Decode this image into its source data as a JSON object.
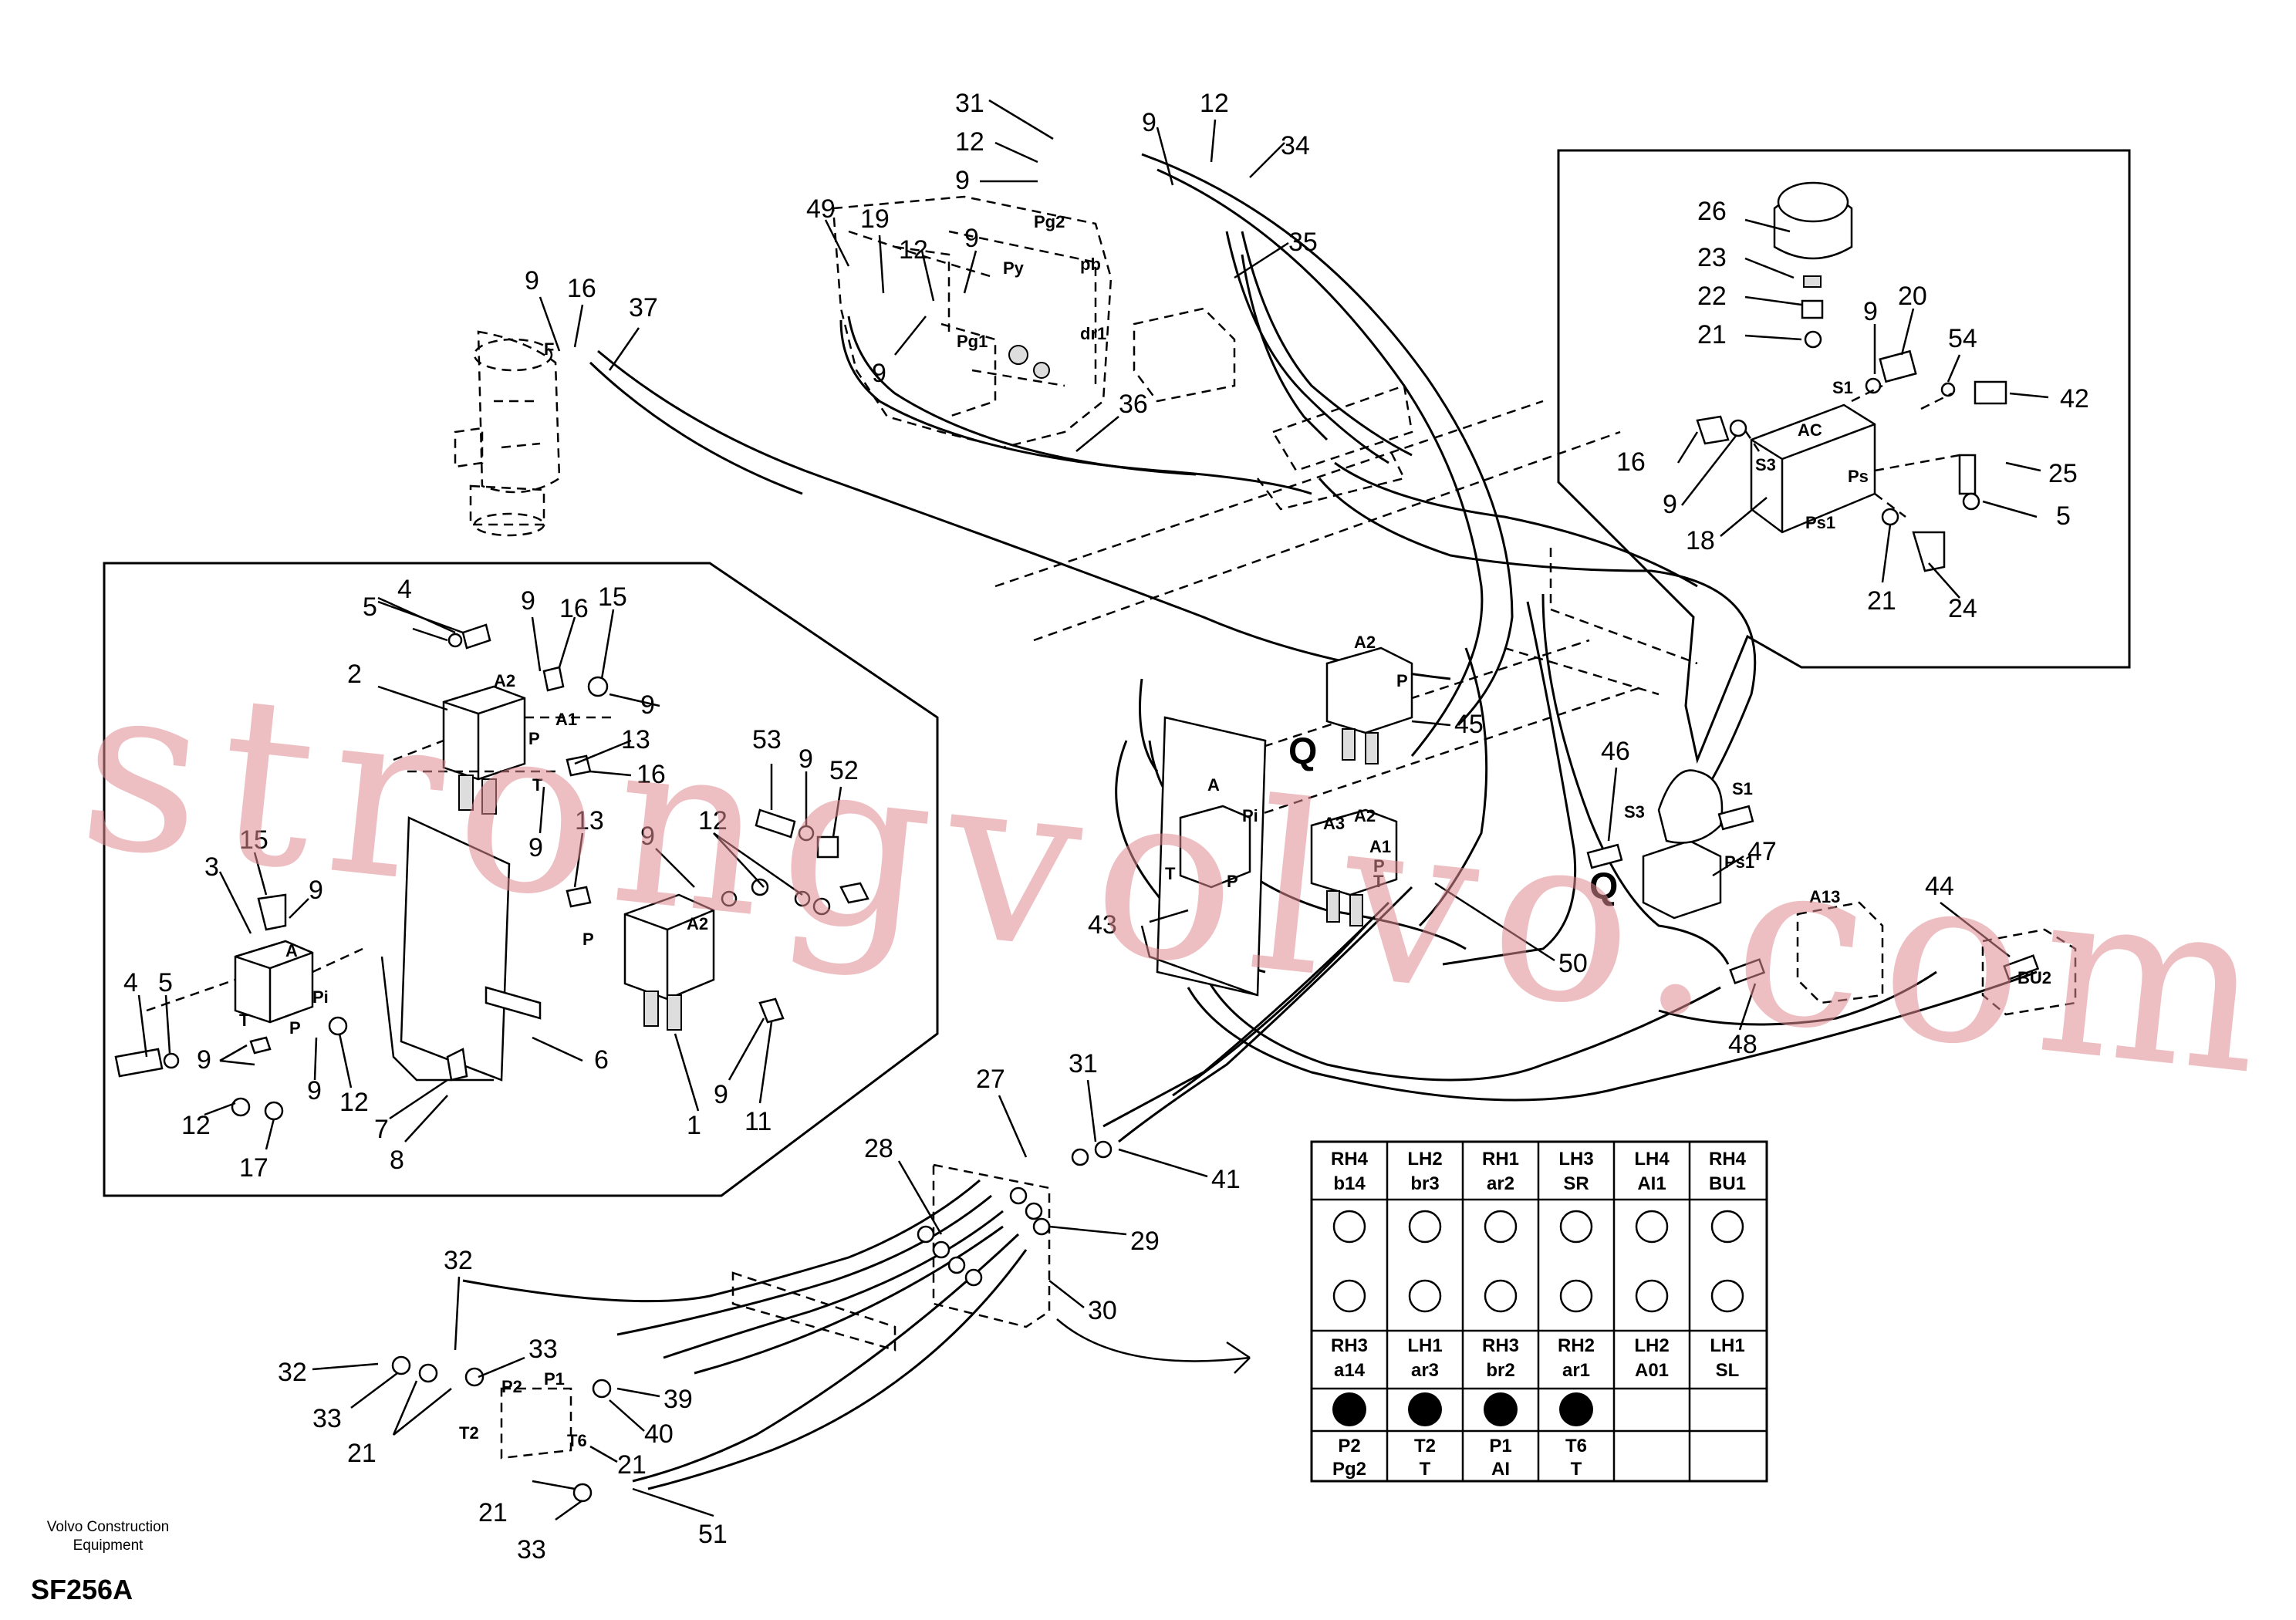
{
  "footer": {
    "company": "Volvo Construction Equipment",
    "drawing_code": "SF256A"
  },
  "watermark": "strongvolvo.com",
  "colors": {
    "line": "#000000",
    "watermark": "#e08a90",
    "background": "#ffffff"
  },
  "callouts": {
    "c31a": "31",
    "c12a": "12",
    "c9a": "9",
    "c9b": "9",
    "c12b": "12",
    "c34": "34",
    "c35": "35",
    "c49": "49",
    "c19": "19",
    "c12c": "12",
    "c9c": "9",
    "c9d": "9",
    "c36": "36",
    "c9e": "9",
    "c16a": "16",
    "c37": "37",
    "c26": "26",
    "c23": "23",
    "c22": "22",
    "c21a": "21",
    "c9f": "9",
    "c20": "20",
    "c54": "54",
    "c42": "42",
    "c16b": "16",
    "c9g": "9",
    "c18": "18",
    "c25": "25",
    "c5a": "5",
    "c21b": "21",
    "c24": "24",
    "c4a": "4",
    "c5b": "5",
    "c9h": "9",
    "c16c": "16",
    "c15a": "15",
    "c2": "2",
    "c9i": "9",
    "c13a": "13",
    "c16d": "16",
    "c9j": "9",
    "c53": "53",
    "c9k": "9",
    "c52": "52",
    "c3": "3",
    "c15b": "15",
    "c9l": "9",
    "c13b": "13",
    "c9m": "9",
    "c12d": "12",
    "c4b": "4",
    "c5c": "5",
    "c9n": "9",
    "c9o": "9",
    "c12e": "12",
    "c12f": "12",
    "c17": "17",
    "c6": "6",
    "c7": "7",
    "c8": "8",
    "c1": "1",
    "c9p": "9",
    "c11": "11",
    "c45": "45",
    "c43": "43",
    "c50": "50",
    "c46": "46",
    "c47": "47",
    "c44": "44",
    "c48": "48",
    "c27": "27",
    "c31b": "31",
    "c41": "41",
    "c28": "28",
    "c29": "29",
    "c30": "30",
    "c32a": "32",
    "c32b": "32",
    "c33a": "33",
    "c33b": "33",
    "c33c": "33",
    "c21c": "21",
    "c21d": "21",
    "c21e": "21",
    "c39": "39",
    "c40": "40",
    "c51": "51"
  },
  "ports": {
    "pg2": "Pg2",
    "py": "Py",
    "pb": "pb",
    "pg1": "Pg1",
    "dr1": "dr1",
    "f": "F",
    "s1a": "S1",
    "ac": "AC",
    "s3a": "S3",
    "ps": "Ps",
    "ps1a": "Ps1",
    "a2a": "A2",
    "a1a": "A1",
    "p1": "P",
    "t1": "T",
    "a_box": "A",
    "pi_box": "Pi",
    "t_box": "T",
    "p_box": "P",
    "a2b": "A2",
    "pb2": "P",
    "a2c": "A2",
    "pc": "P",
    "a_mid": "A",
    "pi_mid": "Pi",
    "t_mid": "T",
    "p_mid": "P",
    "a3": "A3",
    "a2d": "A2",
    "a1b": "A1",
    "pd": "P",
    "td": "T",
    "s3b": "S3",
    "s1b": "S1",
    "ps1b": "Ps1",
    "q1": "Q",
    "q2": "Q",
    "a13": "A13",
    "bu2": "BU2",
    "p2": "P2",
    "p1b": "P1",
    "t2": "T2",
    "t6": "T6"
  },
  "table": {
    "row1": [
      [
        "RH4",
        "b14"
      ],
      [
        "LH2",
        "br3"
      ],
      [
        "RH1",
        "ar2"
      ],
      [
        "LH3",
        "SR"
      ],
      [
        "LH4",
        "AI1"
      ],
      [
        "RH4",
        "BU1"
      ]
    ],
    "row3": [
      [
        "RH3",
        "a14"
      ],
      [
        "LH1",
        "ar3"
      ],
      [
        "RH3",
        "br2"
      ],
      [
        "RH2",
        "ar1"
      ],
      [
        "LH2",
        "A01"
      ],
      [
        "LH1",
        "SL"
      ]
    ],
    "row5": [
      [
        "P2",
        "Pg2"
      ],
      [
        "T2",
        "T"
      ],
      [
        "P1",
        "AI"
      ],
      [
        "T6",
        "T"
      ],
      [
        "",
        ""
      ],
      [
        "",
        ""
      ]
    ]
  }
}
